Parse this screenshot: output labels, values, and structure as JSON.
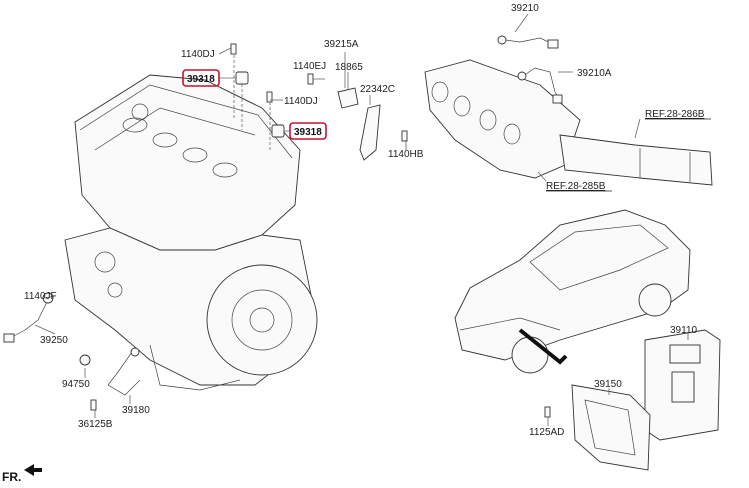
{
  "labels": {
    "p39210": "39210",
    "p39215A": "39215A",
    "p1140DJ_top": "1140DJ",
    "p39318_a": "39318",
    "p1140EJ": "1140EJ",
    "p18865": "18865",
    "p22342C": "22342C",
    "p39210A": "39210A",
    "p1140DJ_mid": "1140DJ",
    "p39318_b": "39318",
    "pREF286": "REF.28-286B",
    "p1140HB": "1140HB",
    "pREF285": "REF.28-285B",
    "p1140JF": "1140JF",
    "p39250": "39250",
    "p39110": "39110",
    "p94750": "94750",
    "p39150": "39150",
    "p39180": "39180",
    "p36125B": "36125B",
    "p1125AD": "1125AD",
    "fr": "FR."
  },
  "colors": {
    "highlight": "#c8102e",
    "line": "#666666",
    "text": "#222222"
  },
  "icons": {
    "front_arrow": "arrow-left-icon"
  }
}
